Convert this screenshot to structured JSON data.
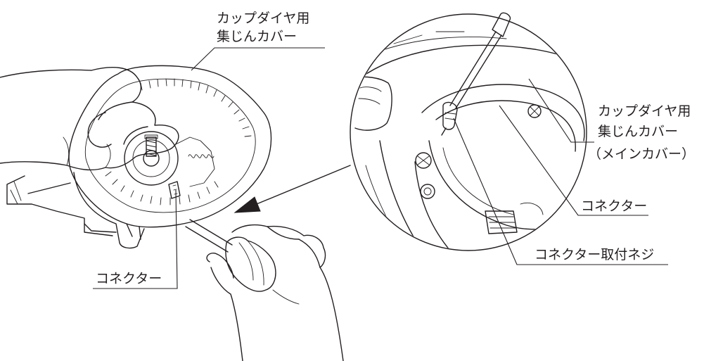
{
  "labels": {
    "cover_left_line1": "カップダイヤ用",
    "cover_left_line2": "集じんカバー",
    "connector_left": "コネクター",
    "cover_right_line1": "カップダイヤ用",
    "cover_right_line2": "集じんカバー",
    "cover_right_line3": "（メインカバー）",
    "connector_right": "コネクター",
    "connector_screw": "コネクター取付ネジ"
  },
  "colors": {
    "ink": "#231f20",
    "background": "#ffffff"
  }
}
